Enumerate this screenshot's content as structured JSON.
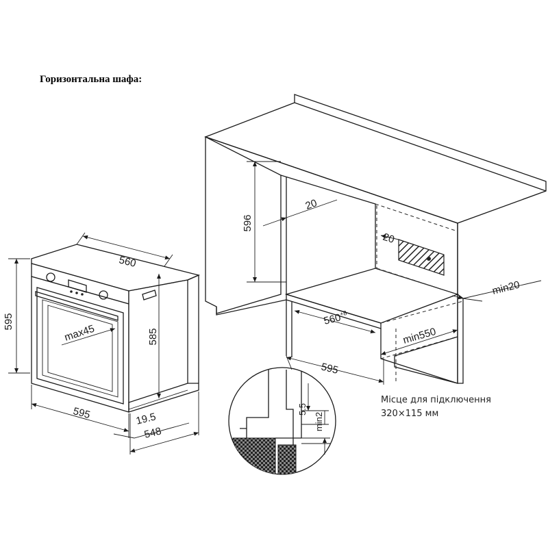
{
  "heading": "Горизонтальна шафа:",
  "oven_dimensions": {
    "height": "595",
    "width": "595",
    "top_depth": "560",
    "body_height": "585",
    "panel_thickness": "19.5",
    "total_depth": "548",
    "door_angle": "max45"
  },
  "cabinet_dimensions": {
    "niche_height": "596",
    "top_gap": "20",
    "vent_gap": "20",
    "niche_width": "560",
    "niche_width_tolerance": "+8",
    "cabinet_width": "595",
    "min_depth": "min550",
    "min_rear_gap": "min20"
  },
  "detail_dimensions": {
    "offset": "5.5",
    "min_gap": "min2"
  },
  "connection_note": {
    "line1": "Місце для підключення",
    "line2": "320×115 мм"
  }
}
